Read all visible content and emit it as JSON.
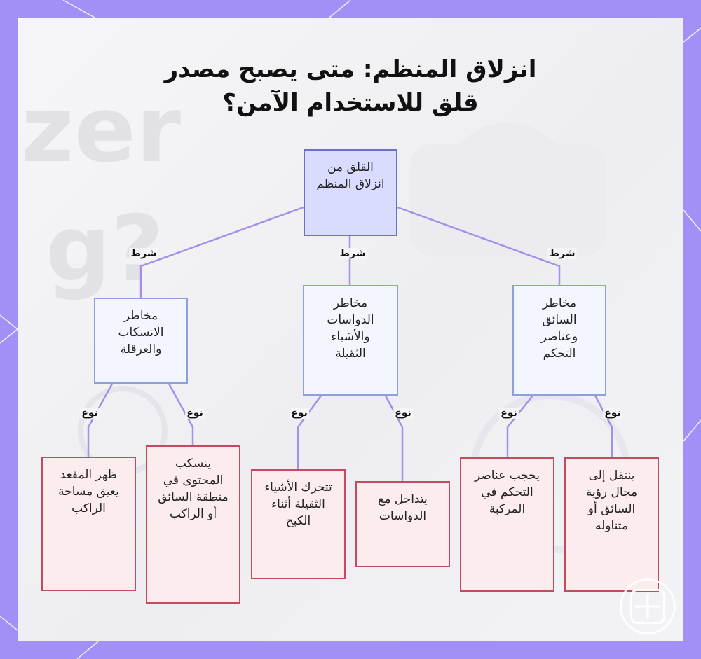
{
  "title_lines": [
    "انزلاق المنظم: متى يصبح مصدر",
    "قلق للاستخدام الآمن؟"
  ],
  "nodes": {
    "root": "القلق من انزلاق المنظم",
    "mid_left": "مخاطر الانسكاب والعرقلة",
    "mid_center": "مخاطر الدواسات والأشياء الثقيلة",
    "mid_right": "مخاطر السائق وعناصر التحكم",
    "leaf_1": "ظهر المقعد يعيق مساحة الراكب",
    "leaf_2": "ينسكب المحتوى في منطقة السائق أو الراكب",
    "leaf_3": "تتحرك الأشياء الثقيلة أثناء الكبح",
    "leaf_4": "يتداخل مع الدواسات",
    "leaf_5": "يحجب عناصر التحكم في المركبة",
    "leaf_6": "ينتقل إلى مجال رؤية السائق أو متناوله"
  },
  "edge_labels": {
    "condition": "شرط",
    "type": "نوع"
  },
  "colors": {
    "frame": "#a48ff6",
    "edge": "#a58fe8",
    "root_fill": "#d9dcff",
    "root_border": "#6d70c9",
    "mid_fill": "#f4f6ff",
    "mid_border": "#8da0dd",
    "leaf_fill": "#fdecee",
    "leaf_border": "#c44a5f"
  },
  "icons": [
    "corner-decoration-icon",
    "logo-grid-icon"
  ]
}
